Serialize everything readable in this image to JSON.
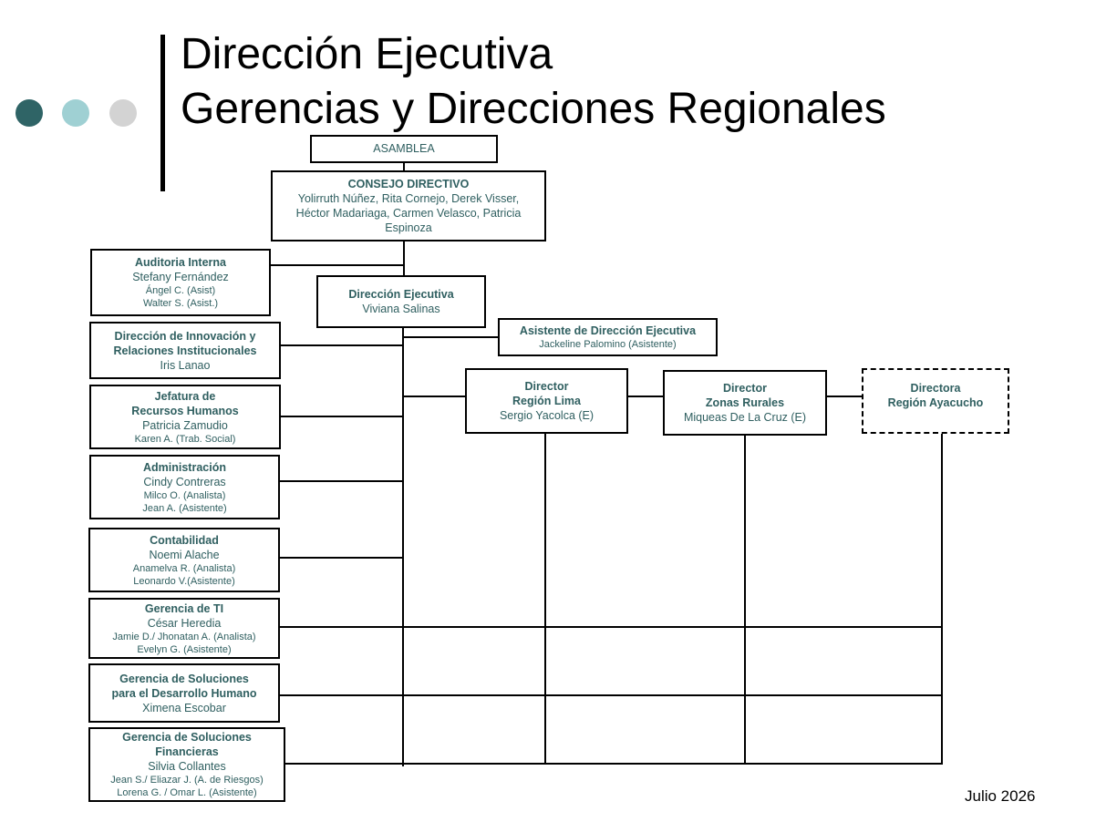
{
  "title": {
    "line1": "Dirección Ejecutiva",
    "line2": "Gerencias y Direcciones Regionales"
  },
  "footer": "Julio 2026",
  "org": {
    "asamblea": "ASAMBLEA",
    "consejo": {
      "title": "CONSEJO DIRECTIVO",
      "members": "Yolirruth Núñez, Rita Cornejo, Derek Visser, Héctor Madariaga, Carmen Velasco, Patricia Espinoza"
    },
    "auditoria": {
      "title": "Auditoria Interna",
      "head": "Stefany Fernández",
      "staff1": "Ángel C. (Asist)",
      "staff2": "Walter S. (Asist.)"
    },
    "direccion": {
      "title": "Dirección Ejecutiva",
      "head": "Viviana Salinas"
    },
    "asistente": {
      "title": "Asistente de Dirección Ejecutiva",
      "staff": "Jackeline Palomino (Asistente)"
    },
    "innovacion": {
      "title1": "Dirección de Innovación y",
      "title2": "Relaciones Institucionales",
      "head": "Iris Lanao"
    },
    "rrhh": {
      "title1": "Jefatura de",
      "title2": "Recursos Humanos",
      "head": "Patricia Zamudio",
      "staff1": "Karen A. (Trab. Social)"
    },
    "administracion": {
      "title": "Administración",
      "head": "Cindy Contreras",
      "staff1": "Milco O. (Analista)",
      "staff2": "Jean A. (Asistente)"
    },
    "contabilidad": {
      "title": "Contabilidad",
      "head": "Noemi Alache",
      "staff1": "Anamelva R. (Analista)",
      "staff2": "Leonardo V.(Asistente)"
    },
    "ti": {
      "title": "Gerencia de TI",
      "head": "César Heredia",
      "staff1": "Jamie D./ Jhonatan A. (Analista)",
      "staff2": "Evelyn G. (Asistente)"
    },
    "desarrollo": {
      "title1": "Gerencia de Soluciones",
      "title2": "para el Desarrollo Humano",
      "head": "Ximena Escobar"
    },
    "financieras": {
      "title1": "Gerencia de Soluciones",
      "title2": "Financieras",
      "head": "Silvia Collantes",
      "staff1": "Jean S./ Eliazar J. (A. de Riesgos)",
      "staff2": "Lorena G. / Omar L. (Asistente)"
    },
    "lima": {
      "title1": "Director",
      "title2": "Región Lima",
      "head": "Sergio Yacolca (E)"
    },
    "rurales": {
      "title1": "Director",
      "title2": "Zonas Rurales",
      "head": "Miqueas De La Cruz (E)"
    },
    "ayacucho": {
      "title1": "Directora",
      "title2": "Región Ayacucho"
    }
  },
  "colors": {
    "accent_dark": "#2f6466",
    "accent_light": "#9fd0d3",
    "accent_gray": "#d3d3d3",
    "box_text": "#2f5f60"
  }
}
